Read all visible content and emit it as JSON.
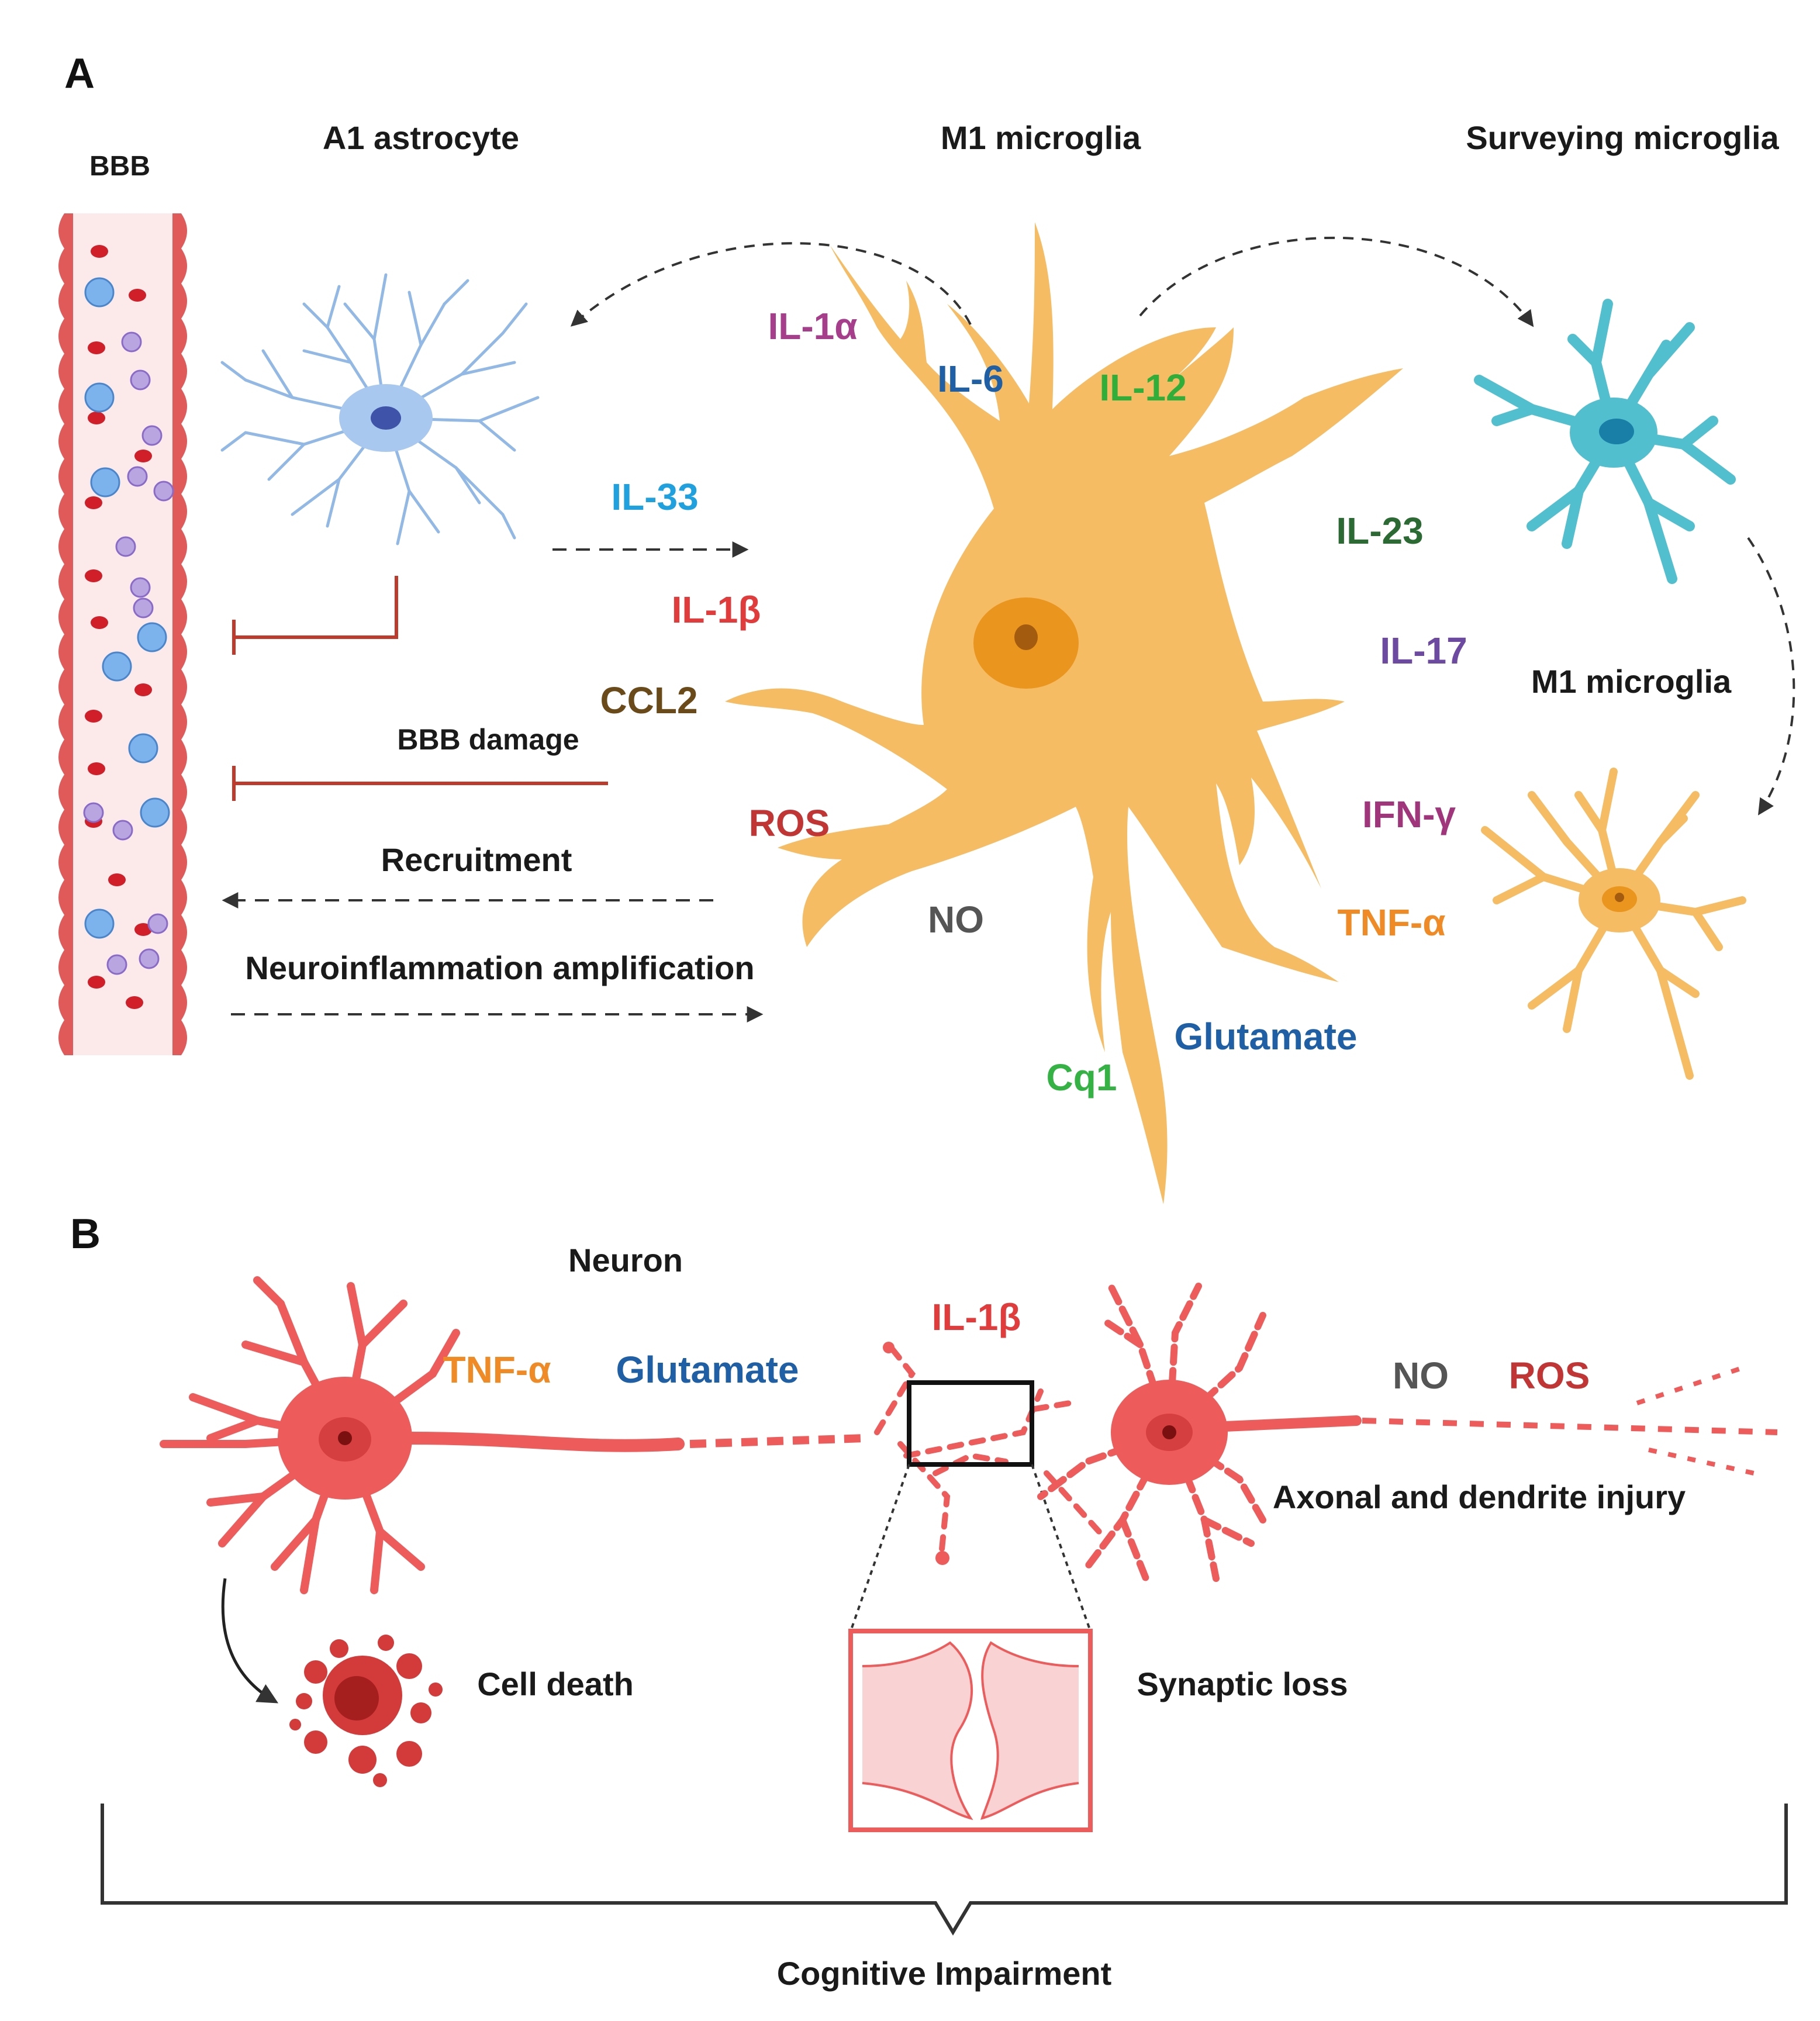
{
  "panels": {
    "a": "A",
    "b": "B"
  },
  "panel_a": {
    "bbb_label": "BBB",
    "astrocyte_label": "A1 astrocyte",
    "m1_center_label": "M1 microglia",
    "surveying_label": "Surveying  microglia",
    "m1_right_label": "M1 microglia",
    "bbb_damage": "BBB damage",
    "recruitment": "Recruitment",
    "amplification": "Neuroinflammation amplification",
    "cytokines": {
      "il1a": "IL-1α",
      "il6": "IL-6",
      "il12": "IL-12",
      "il33": "IL-33",
      "il23": "IL-23",
      "il1b": "IL-1β",
      "il17": "IL-17",
      "ccl2": "CCL2",
      "ros": "ROS",
      "ifng": "IFN-γ",
      "no": "NO",
      "tnfa": "TNF-α",
      "glutamate": "Glutamate",
      "cq1": "Cq1"
    }
  },
  "panel_b": {
    "neuron": "Neuron",
    "tnfa": "TNF-α",
    "glutamate": "Glutamate",
    "il1b": "IL-1β",
    "no": "NO",
    "ros": "ROS",
    "axonal_injury": "Axonal  and dendrite  injury",
    "cell_death": "Cell death",
    "synaptic_loss": "Synaptic loss",
    "outcome": "Cognitive Impairment"
  },
  "colors": {
    "microglia_m1": "#f5bc63",
    "astrocyte": "#92b9e6",
    "surveying": "#52bfcf",
    "neuron": "#ee5b5b",
    "inhibit": "#c0392b",
    "il1a": "#a63e8c",
    "il6": "#1f5fa6",
    "il12": "#2fae3a",
    "il33": "#1fa1e0",
    "il23": "#2b6b33",
    "il1b": "#e23b3b",
    "il17": "#6c4aa1",
    "ccl2": "#6b4a1a",
    "ros": "#c23535",
    "ifng": "#a0357c",
    "no": "#555555",
    "tnfa": "#f08a24",
    "glutamate": "#1f5fa6",
    "cq1": "#34b244"
  }
}
